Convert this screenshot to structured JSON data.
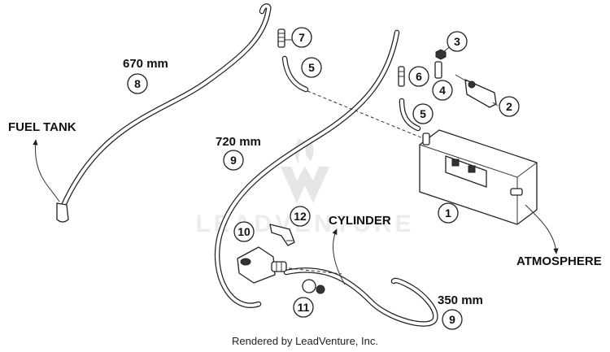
{
  "labels": {
    "fuel_tank": "FUEL TANK",
    "cylinder": "CYLINDER",
    "atmosphere": "ATMOSPHERE",
    "len_670": "670 mm",
    "len_720": "720 mm",
    "len_350": "350 mm"
  },
  "callouts": {
    "c1": "1",
    "c2": "2",
    "c3": "3",
    "c4": "4",
    "c5a": "5",
    "c5b": "5",
    "c6": "6",
    "c7": "7",
    "c8": "8",
    "c9a": "9",
    "c9b": "9",
    "c10": "10",
    "c11": "11",
    "c12": "12"
  },
  "watermark": "LEADVENTURE",
  "footer": "Rendered by LeadVenture, Inc."
}
